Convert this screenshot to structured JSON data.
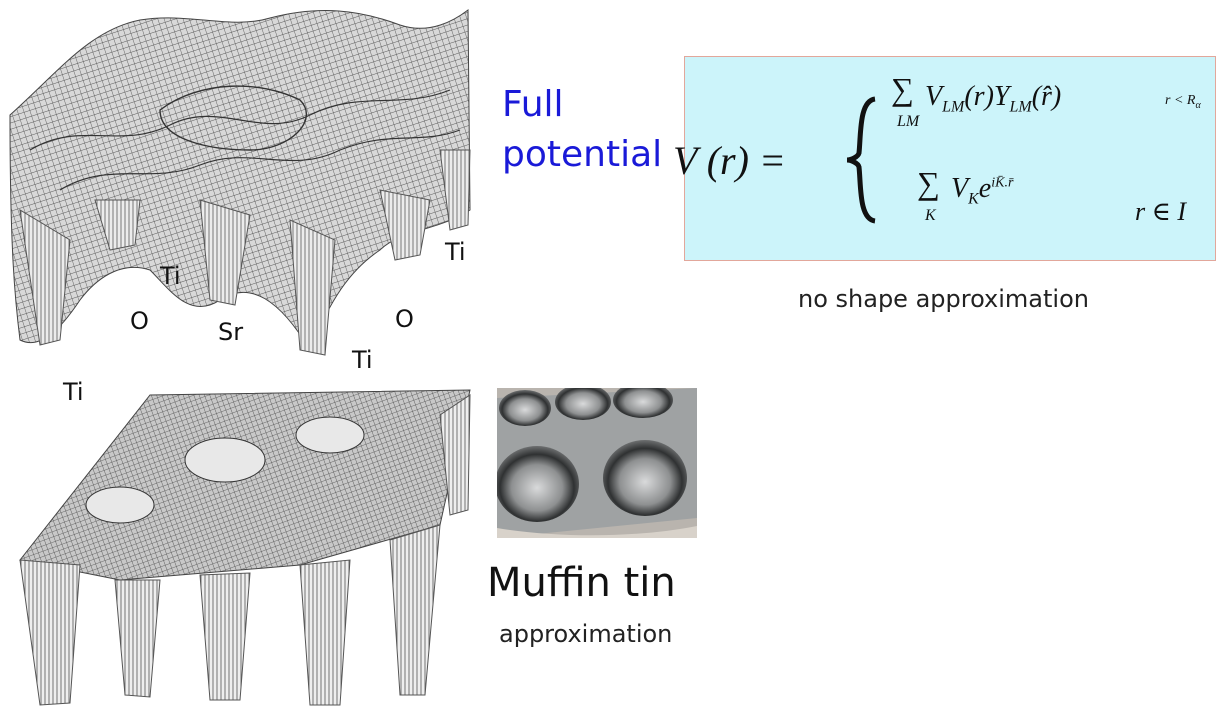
{
  "full_potential": {
    "line1": "Full",
    "line2": "potential"
  },
  "equation": {
    "lhs": "V (r) =",
    "case1": {
      "sum_sub": "LM",
      "term": "V",
      "term_sub": "LM",
      "term_mid": "(r)Y",
      "term_sub2": "LM",
      "term_end": "(r̂)",
      "cond": "r < R",
      "cond_sub": "α"
    },
    "case2": {
      "sum_sub": "K",
      "term": "V",
      "term_sub": "K",
      "term_e": "e",
      "exponent": "iK̄.r̄",
      "cond": "r ∈ I"
    }
  },
  "no_shape_caption": "no shape approximation",
  "atom_labels": {
    "ti_1": "Ti",
    "ti_2": "Ti",
    "o_1": "O",
    "sr": "Sr",
    "o_2": "O",
    "ti_3": "Ti",
    "ti_4": "Ti"
  },
  "muffin": {
    "title": "Muffin tin",
    "subtitle": "approximation"
  }
}
